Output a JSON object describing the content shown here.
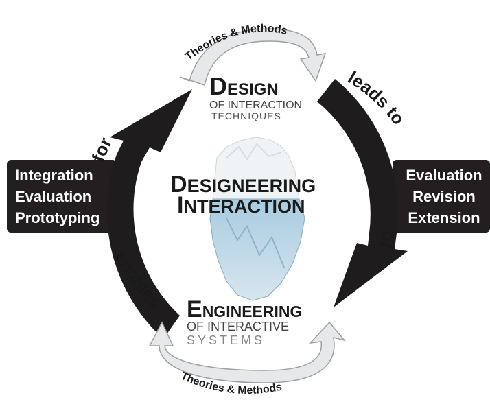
{
  "colors": {
    "dark_arrow": "#1e1c1c",
    "light_arrow": "#e6e8ea",
    "light_arrow_edge": "#9aa0a6",
    "text_dark": "#1a1a1a",
    "text_gray": "#555555",
    "iceberg_water": "#9cc0d8",
    "box_fill": "#231f20"
  },
  "top_loop": {
    "label": "Theories & Methods"
  },
  "bottom_loop": {
    "label": "Theories & Methods"
  },
  "design": {
    "cap": "D",
    "rest": "ESIGN",
    "sub1": "OF INTERACTION",
    "sub2": "TECHNIQUES"
  },
  "center": {
    "line1_cap": "D",
    "line1_rest": "ESIGNEERING",
    "line2_cap": "I",
    "line2_rest": "NTERACTION"
  },
  "engineering": {
    "cap": "E",
    "rest": "NGINEERING",
    "sub1": "OF INTERACTIVE",
    "sub2": "SYSTEMS"
  },
  "arrows": {
    "leads_to": "leads to",
    "of": "of",
    "enables": "enables",
    "for": "for"
  },
  "left_box": {
    "lines": [
      "Integration",
      "Evaluation",
      "Prototyping"
    ]
  },
  "right_box": {
    "lines": [
      "Evaluation",
      "Revision",
      "Extension"
    ]
  }
}
